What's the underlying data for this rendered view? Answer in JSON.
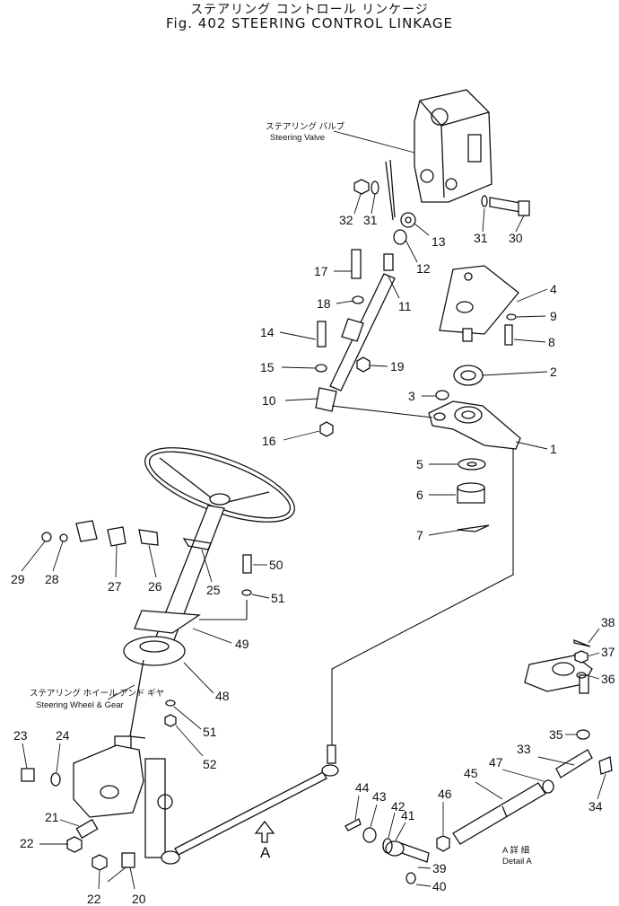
{
  "title_jp": "ステアリング コントロール リンケージ",
  "title_en": "Fig. 402  STEERING  CONTROL  LINKAGE",
  "captions": {
    "steering_valve_jp": "ステアリング バルブ",
    "steering_valve_en": "Steering Valve",
    "wheel_gear_jp": "ステアリング ホイール アンド ギヤ",
    "wheel_gear_en": "Steering Wheel & Gear",
    "detail_jp": "A 詳 細",
    "detail_en": "Detail A",
    "view_a": "A"
  },
  "part_numbers": [
    "1",
    "2",
    "3",
    "4",
    "5",
    "6",
    "7",
    "8",
    "9",
    "10",
    "11",
    "12",
    "13",
    "14",
    "15",
    "16",
    "17",
    "18",
    "19",
    "20",
    "21",
    "22",
    "22",
    "23",
    "24",
    "25",
    "26",
    "27",
    "28",
    "29",
    "30",
    "31",
    "31",
    "32",
    "33",
    "34",
    "35",
    "36",
    "37",
    "38",
    "39",
    "40",
    "41",
    "42",
    "43",
    "44",
    "45",
    "46",
    "47",
    "48",
    "49",
    "50",
    "51",
    "51",
    "52"
  ]
}
